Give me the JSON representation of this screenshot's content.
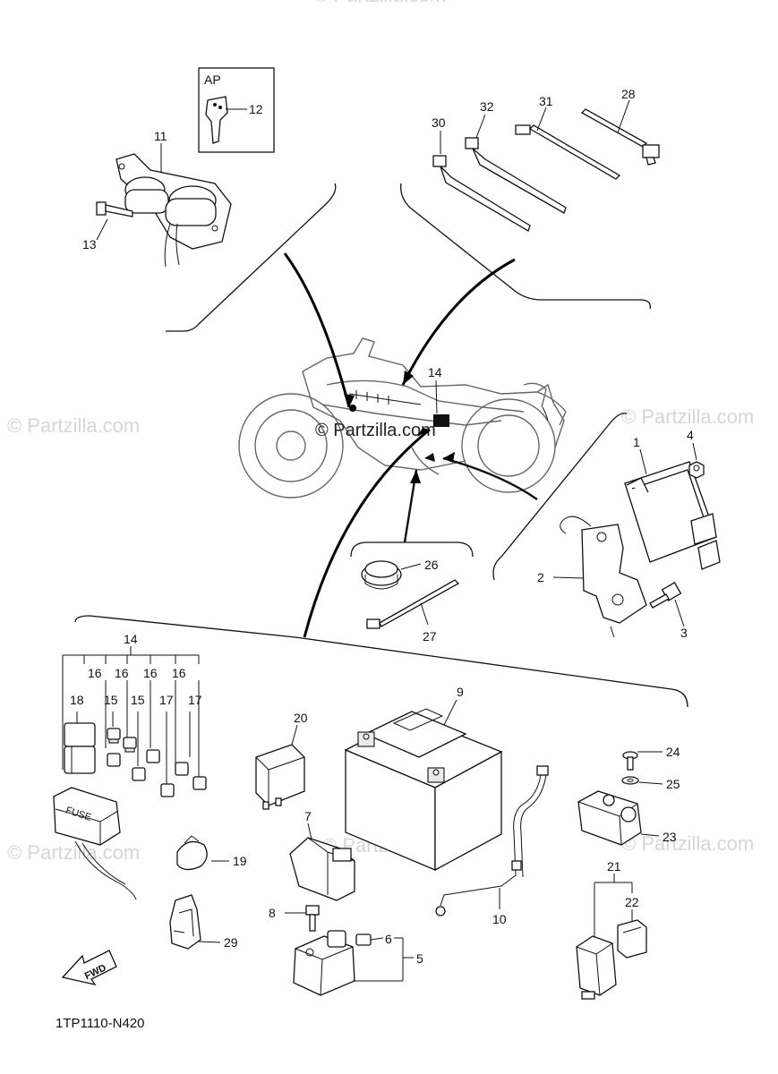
{
  "watermarks": {
    "text": "© Partzilla.com",
    "main": "© Partzilla.com"
  },
  "inset": {
    "label": "AP"
  },
  "diagram_code": "1TP1110-N420",
  "fwd_label": "FWD",
  "fuse_label": "FUSE",
  "callouts": {
    "c1": "1",
    "c2": "2",
    "c3": "3",
    "c4": "4",
    "c5": "5",
    "c6": "6",
    "c7": "7",
    "c8": "8",
    "c9": "9",
    "c10": "10",
    "c11": "11",
    "c12": "12",
    "c13": "13",
    "c14a": "14",
    "c14b": "14",
    "c15a": "15",
    "c15b": "15",
    "c16a": "16",
    "c16b": "16",
    "c16c": "16",
    "c16d": "16",
    "c17a": "17",
    "c17b": "17",
    "c18": "18",
    "c19": "19",
    "c20": "20",
    "c21": "21",
    "c22": "22",
    "c23": "23",
    "c24": "24",
    "c25": "25",
    "c26": "26",
    "c27": "27",
    "c28": "28",
    "c29": "29",
    "c30": "30",
    "c31": "31",
    "c32": "32"
  }
}
